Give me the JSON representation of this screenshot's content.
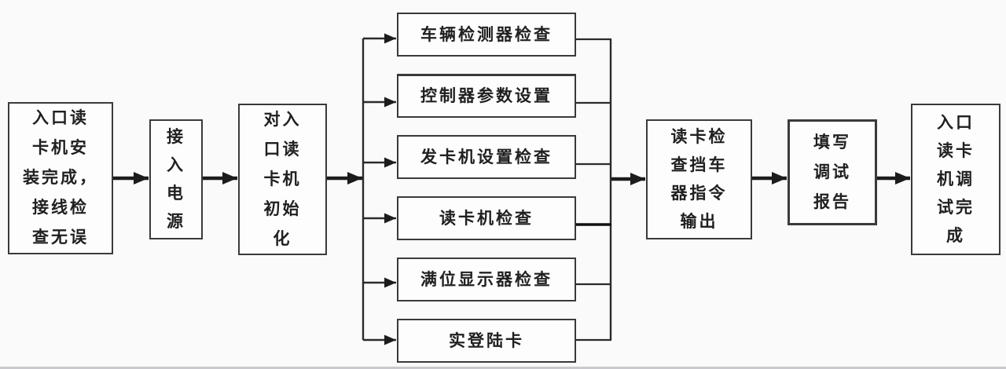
{
  "colors": {
    "background": "#fafafb",
    "box_border": "#3a3a3a",
    "text": "#202020",
    "arrow": "#1c1c1c"
  },
  "nodes": {
    "install": "入口读\n卡机安\n装完成，\n接线检\n查无误",
    "power": "接\n入\n电\n源",
    "init": "对入\n口读\n卡机\n初始\n化",
    "check_vehicle_detector": "车辆检测器检查",
    "check_controller_params": "控制器参数设置",
    "check_dispenser_settings": "发卡机设置检查",
    "check_card_reader": "读卡机检查",
    "check_full_display": "满位显示器检查",
    "check_login_card": "实登陆卡",
    "cmd_output": "读卡检\n查挡车\n器指令\n输出",
    "report": "填写\n调试\n报告",
    "done": "入口\n读卡\n机调\n试完\n成"
  }
}
